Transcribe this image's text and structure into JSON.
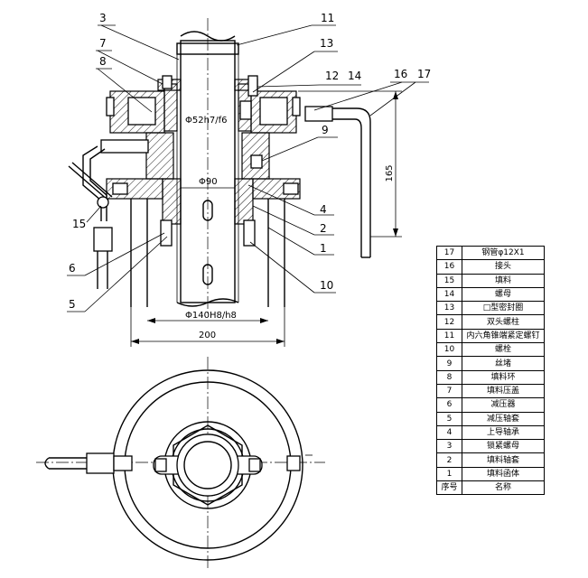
{
  "callouts": {
    "c1": "1",
    "c2": "2",
    "c3": "3",
    "c4": "4",
    "c5": "5",
    "c6": "6",
    "c7": "7",
    "c8": "8",
    "c9": "9",
    "c10": "10",
    "c11": "11",
    "c12": "12",
    "c13": "13",
    "c14": "14",
    "c15": "15",
    "c16": "16",
    "c17": "17"
  },
  "dimensions": {
    "fit_52": "Φ52h7/f6",
    "dia_90": "Φ90",
    "fit_140": "Φ140H8/h8",
    "width_200": "200",
    "height_165": "165"
  },
  "bom": {
    "rows": [
      {
        "no": "17",
        "name": "钢管φ12X1"
      },
      {
        "no": "16",
        "name": "接头"
      },
      {
        "no": "15",
        "name": "填料"
      },
      {
        "no": "14",
        "name": "螺母"
      },
      {
        "no": "13",
        "name": "□型密封圈"
      },
      {
        "no": "12",
        "name": "双头螺柱"
      },
      {
        "no": "11",
        "name": "内六角锥端紧定螺钉"
      },
      {
        "no": "10",
        "name": "螺栓"
      },
      {
        "no": "9",
        "name": "丝堵"
      },
      {
        "no": "8",
        "name": "填料环"
      },
      {
        "no": "7",
        "name": "填料压盖"
      },
      {
        "no": "6",
        "name": "减压器"
      },
      {
        "no": "5",
        "name": "减压轴套"
      },
      {
        "no": "4",
        "name": "上导轴承"
      },
      {
        "no": "3",
        "name": "锁紧螺母"
      },
      {
        "no": "2",
        "name": "填料轴套"
      },
      {
        "no": "1",
        "name": "填料函体"
      }
    ],
    "header": {
      "no": "序号",
      "name": "名称"
    }
  }
}
